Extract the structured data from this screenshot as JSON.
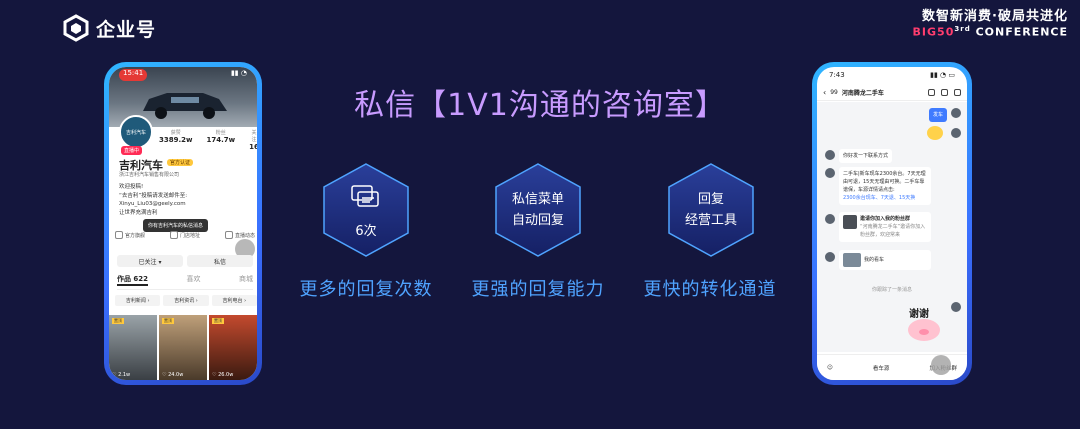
{
  "brand": {
    "name": "企业号"
  },
  "conference": {
    "cn": "数智新消费·破局共进化",
    "big": "BIG50",
    "sup": "3rd",
    "rest": "CONFERENCE"
  },
  "title": "私信【1V1沟通的咨询室】",
  "features": [
    {
      "label": "6次",
      "caption": "更多的回复次数"
    },
    {
      "label": "私信菜单\n自动回复",
      "caption": "更强的回复能力"
    },
    {
      "label": "回复\n经营工具",
      "caption": "更快的转化通道"
    }
  ],
  "left_phone": {
    "time": "15:41",
    "avatar_text": "吉利汽车",
    "live_badge": "直播中",
    "stats": [
      {
        "n": "3389.2w",
        "k": "获赞"
      },
      {
        "n": "174.7w",
        "k": "粉丝"
      },
      {
        "n": "16",
        "k": "关注"
      }
    ],
    "name": "吉利汽车",
    "verify": "官方认证",
    "company": "浙江吉利汽车销售有限公司",
    "bio": [
      "欢迎投稿!",
      "“去吉利”投稿请发送邮件至:",
      "Xinyu_Liu03@geely.com",
      "让世界充满吉利"
    ],
    "tooltip": "你有吉利汽车的私信消息",
    "actions": [
      "官方旗舰",
      "门店地址",
      "直播动态"
    ],
    "buttons": [
      "已关注 ▾",
      "私信"
    ],
    "tabs": [
      "作品 622",
      "喜欢",
      "商城"
    ],
    "chips": [
      "吉利新闻 ›",
      "吉利资讯 ›",
      "吉利电台 ›"
    ],
    "tiles": [
      {
        "tag": "置顶",
        "likes": "♡ 2.1w"
      },
      {
        "tag": "置顶",
        "likes": "♡ 24.0w"
      },
      {
        "tag": "置顶",
        "likes": "♡ 26.0w"
      }
    ]
  },
  "right_phone": {
    "time": "7:43",
    "chat_name": "河南腾龙二手车",
    "back_count": "99",
    "self_msg": "发车",
    "msg1": "你好发一下联系方式",
    "msg2": "二手车|新车现车2300余台。7天无理由可退，15天无理由可换。二手车靠谱保，车源详情请点击:",
    "msg2_link": "2300余台现车、7天退、15天换",
    "msg3": "邀请你加入我的粉丝群",
    "msg3_sub": "“河南腾龙二手车”邀请你加入粉丝群，欢迎常来",
    "msg4": "我的看车",
    "sys": "你跟踪了一条消息",
    "pig_text": "谢谢",
    "input_left": "看车源",
    "input_right": "加入粉丝群"
  }
}
